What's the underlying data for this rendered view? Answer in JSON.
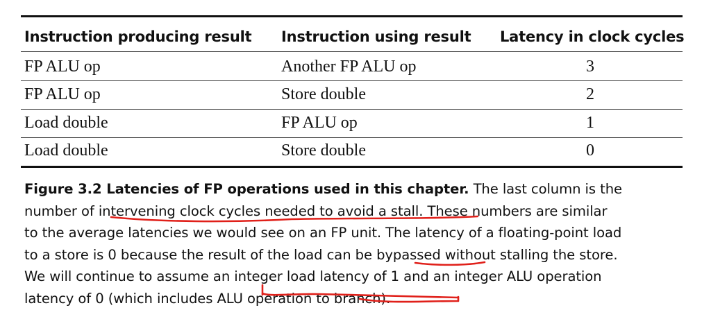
{
  "table": {
    "headers": [
      "Instruction producing result",
      "Instruction using result",
      "Latency in clock cycles"
    ],
    "rows": [
      {
        "producer": "FP ALU op",
        "consumer": "Another FP ALU op",
        "latency": "3"
      },
      {
        "producer": "FP ALU op",
        "consumer": "Store double",
        "latency": "2"
      },
      {
        "producer": "Load double",
        "consumer": "FP ALU op",
        "latency": "1"
      },
      {
        "producer": "Load double",
        "consumer": "Store double",
        "latency": "0"
      }
    ]
  },
  "caption": {
    "label": "Figure 3.2 Latencies of FP operations used in this chapter.",
    "lines": [
      " The last column is the",
      "number of intervening clock cycles needed to avoid a stall. These numbers are similar",
      "to the average latencies we would see on an FP unit. The latency of a floating-point load",
      "to a store is 0 because the result of the load can be bypassed without stalling the store.",
      "We will continue to assume an integer load latency of 1 and an integer ALU operation",
      "latency of 0 (which includes ALU operation to branch)."
    ]
  },
  "annotations": {
    "color": "#e0201a"
  }
}
